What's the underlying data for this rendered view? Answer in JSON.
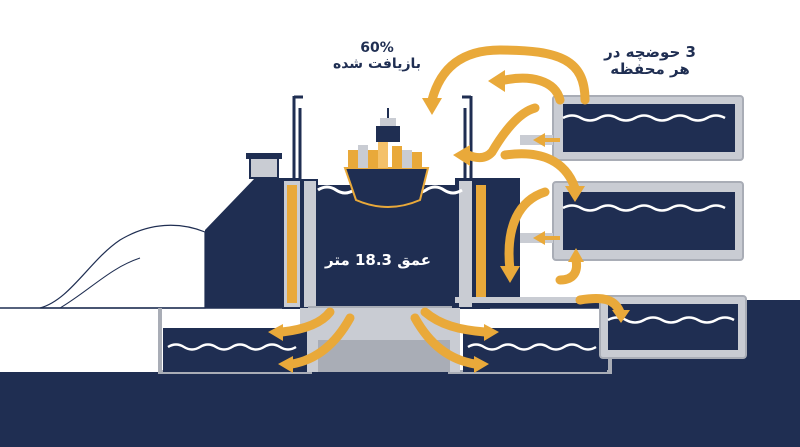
{
  "labels": {
    "water_recycled": "60%\nبازیافت شده",
    "recycled_percent": "60%",
    "recycled_text": "بازیافت شده",
    "basins_line1": "3 حوضچه در",
    "basins_line2": "هر محفظه",
    "depth": "عمق 18.3 متر"
  },
  "colors": {
    "navy": "#1f2e52",
    "gold": "#e9a93a",
    "gold_light": "#f4c16a",
    "steel": "#c9ccd3",
    "steel_dark": "#a9adb6",
    "wave": "#ffffff"
  }
}
